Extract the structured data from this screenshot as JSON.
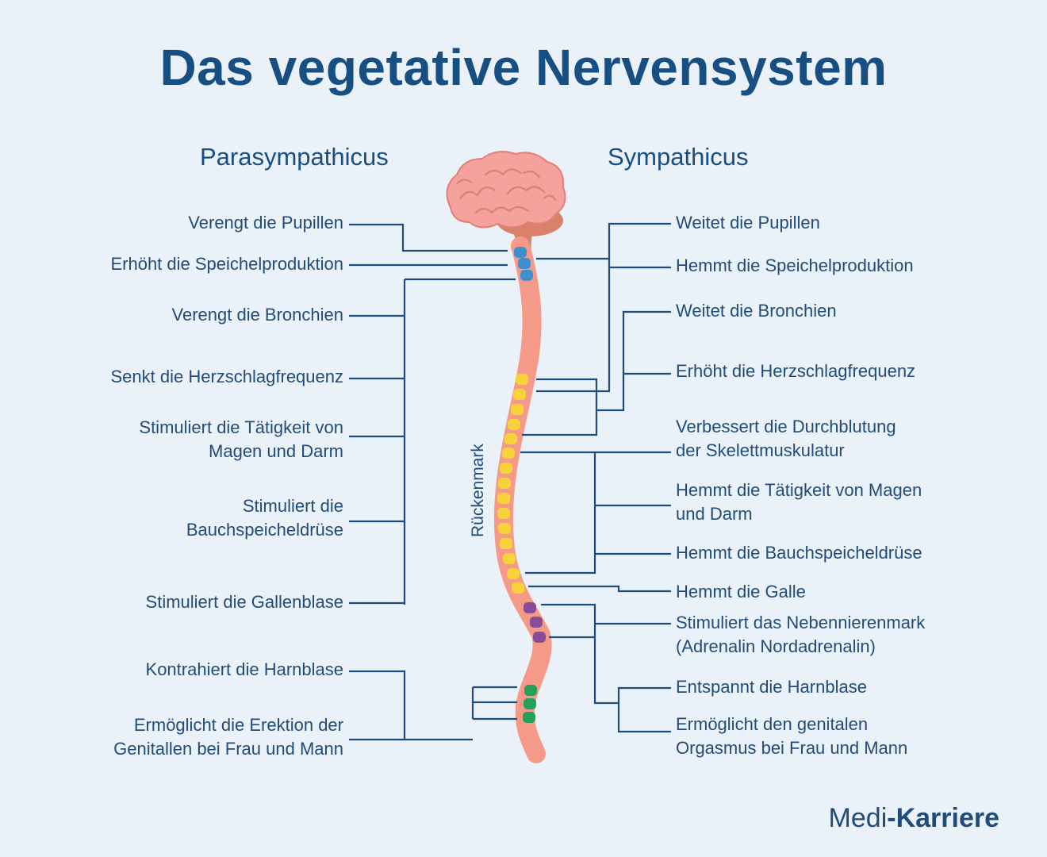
{
  "title": "Das vegetative Nervensystem",
  "left_heading": "Parasympathicus",
  "right_heading": "Sympathicus",
  "spinal_label": "Rückenmark",
  "logo": {
    "part1": "Medi",
    "separator": "-",
    "part2": "Karriere"
  },
  "colors": {
    "text": "#1f4c7a",
    "line": "#1f4c7a",
    "brain": "#f19a94",
    "spine": "#f59a88",
    "cervical": "#3f8fcf",
    "thoracic": "#f7d23a",
    "lumbar": "#8a4c96",
    "sacral": "#24a05a"
  },
  "parasympathicus": [
    {
      "line1": "Verengt die Pupillen",
      "line2": ""
    },
    {
      "line1": "Erhöht die Speichelproduktion",
      "line2": ""
    },
    {
      "line1": "Verengt die Bronchien",
      "line2": ""
    },
    {
      "line1": "Senkt die Herzschlagfrequenz",
      "line2": ""
    },
    {
      "line1": "Stimuliert die Tätigkeit von",
      "line2": "Magen und Darm"
    },
    {
      "line1": "Stimuliert die",
      "line2": "Bauchspeicheldrüse"
    },
    {
      "line1": "Stimuliert die Gallenblase",
      "line2": ""
    },
    {
      "line1": "Kontrahiert die Harnblase",
      "line2": ""
    },
    {
      "line1": "Ermöglicht die Erektion der",
      "line2": "Genitallen bei Frau und Mann"
    }
  ],
  "sympathicus": [
    {
      "line1": "Weitet die Pupillen",
      "line2": ""
    },
    {
      "line1": "Hemmt die Speichelproduktion",
      "line2": ""
    },
    {
      "line1": "Weitet die Bronchien",
      "line2": ""
    },
    {
      "line1": "Erhöht die Herzschlagfrequenz",
      "line2": ""
    },
    {
      "line1": "Verbessert die Durchblutung",
      "line2": "der Skelettmuskulatur"
    },
    {
      "line1": "Hemmt die Tätigkeit von Magen",
      "line2": "und Darm"
    },
    {
      "line1": "Hemmt die Bauchspeicheldrüse",
      "line2": ""
    },
    {
      "line1": "Hemmt die Galle",
      "line2": ""
    },
    {
      "line1": "Stimuliert das Nebennierenmark",
      "line2": "(Adrenalin Nordadrenalin)"
    },
    {
      "line1": "Entspannt die Harnblase",
      "line2": ""
    },
    {
      "line1": "Ermöglicht den genitalen",
      "line2": "Orgasmus bei Frau und Mann"
    }
  ]
}
